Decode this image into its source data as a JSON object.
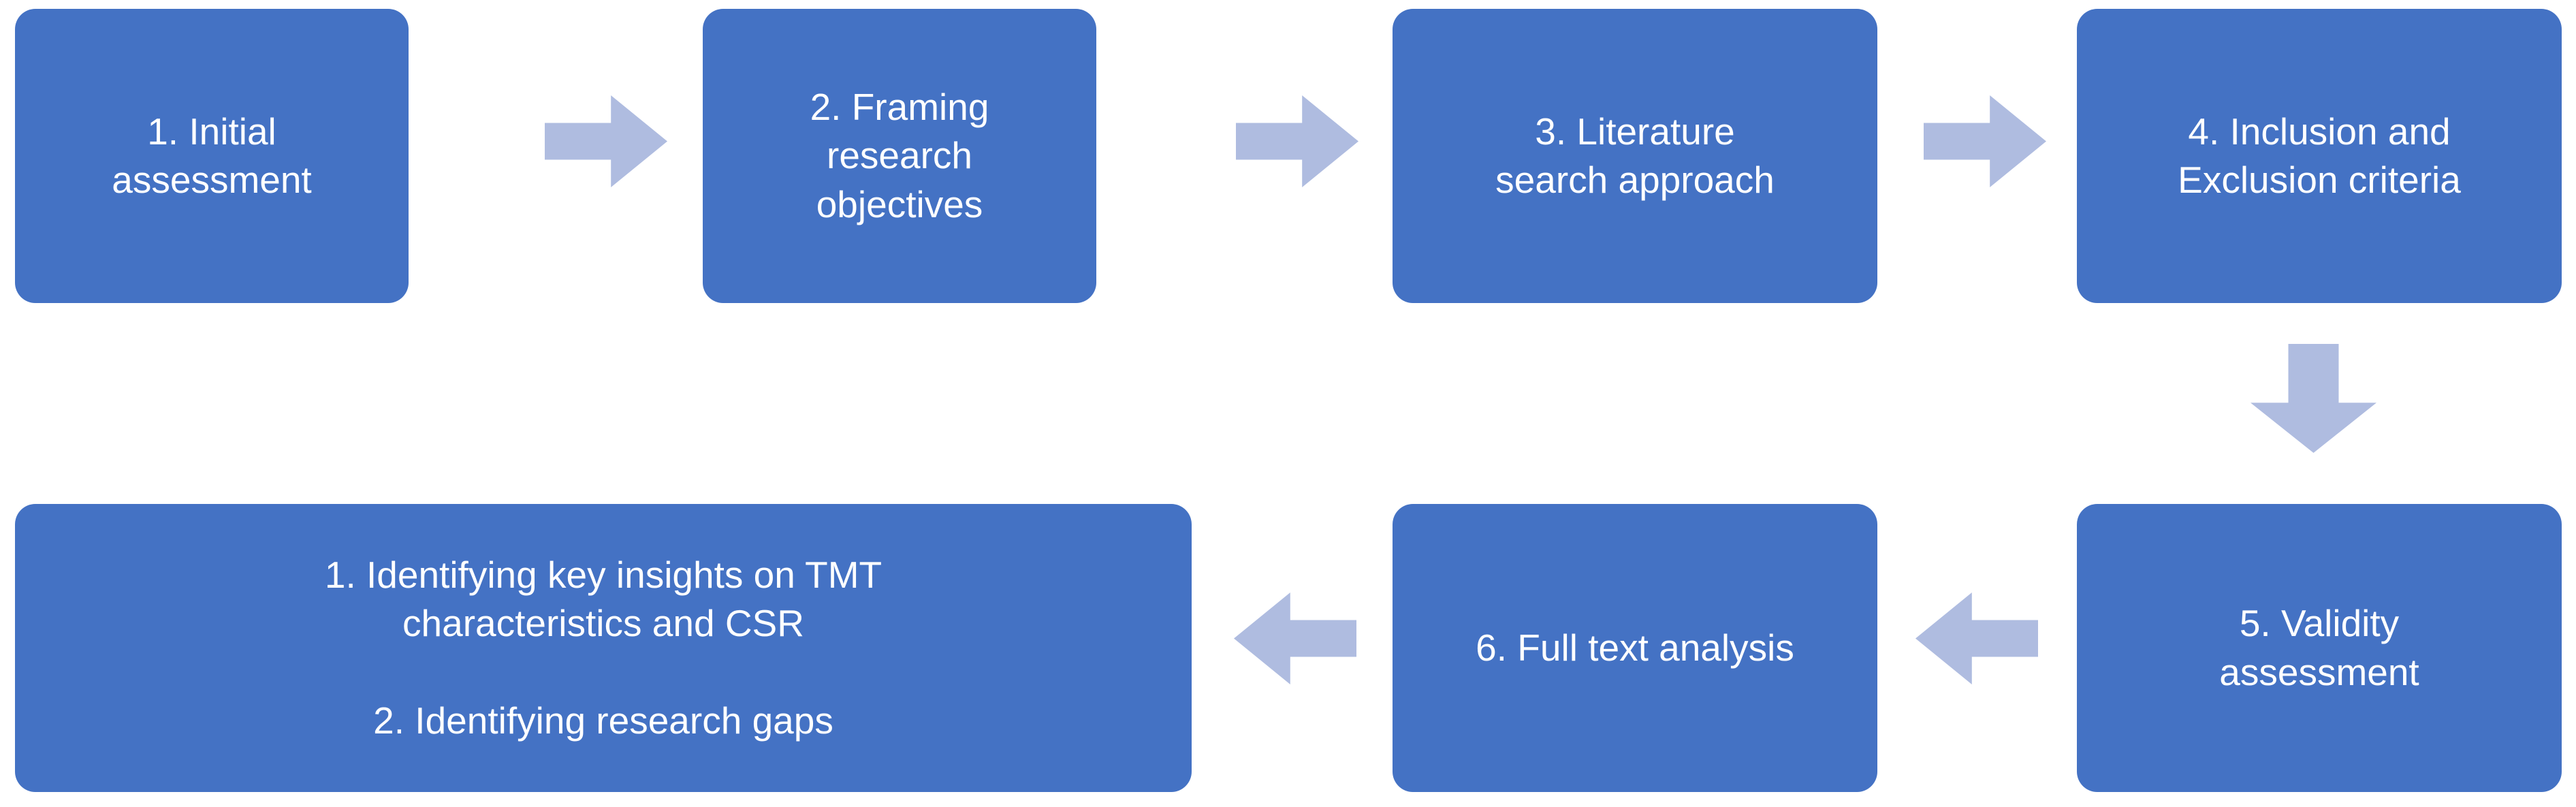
{
  "diagram": {
    "title": "Systematic literature review process flowchart",
    "colors": {
      "node_fill": "#4472C4",
      "node_text": "#FFFFFF",
      "arrow_fill": "#AFBCE0",
      "background": "#FFFFFF"
    },
    "nodes": [
      {
        "id": "1",
        "label": "1. Initial\nassessment"
      },
      {
        "id": "2",
        "label": "2. Framing\nresearch\nobjectives"
      },
      {
        "id": "3",
        "label": "3. Literature\nsearch approach"
      },
      {
        "id": "4",
        "label": "4. Inclusion and\nExclusion criteria"
      },
      {
        "id": "5",
        "label": "5. Validity\nassessment"
      },
      {
        "id": "6",
        "label": "6. Full text analysis"
      },
      {
        "id": "7",
        "label": "1. Identifying key insights on TMT\ncharacteristics and CSR\n\n2. Identifying research gaps"
      }
    ],
    "arrows": [
      {
        "id": "1-2",
        "direction": "right",
        "from": "1",
        "to": "2"
      },
      {
        "id": "2-3",
        "direction": "right",
        "from": "2",
        "to": "3"
      },
      {
        "id": "3-4",
        "direction": "right",
        "from": "3",
        "to": "4"
      },
      {
        "id": "4-5",
        "direction": "down",
        "from": "4",
        "to": "5"
      },
      {
        "id": "5-6",
        "direction": "left",
        "from": "5",
        "to": "6"
      },
      {
        "id": "6-7",
        "direction": "left",
        "from": "6",
        "to": "7"
      }
    ]
  }
}
